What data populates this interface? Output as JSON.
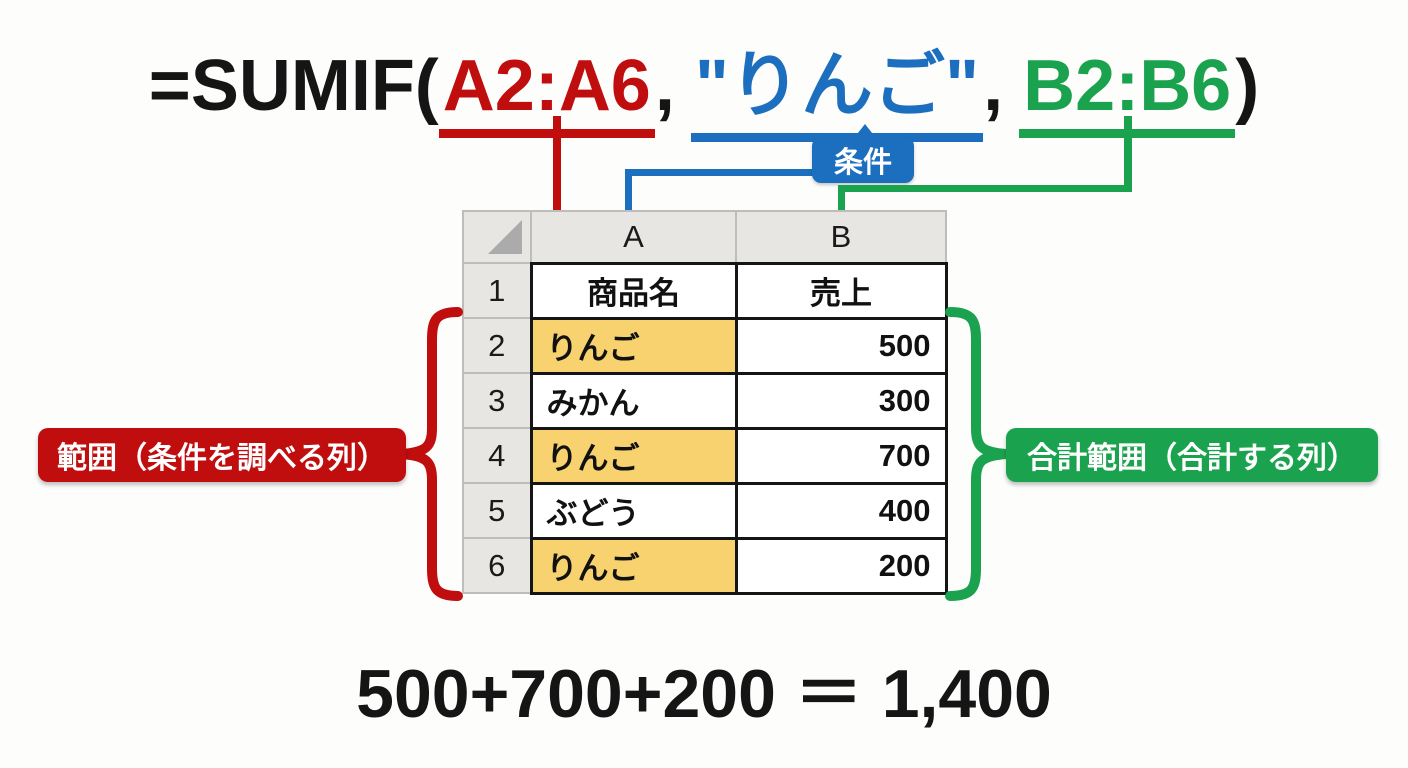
{
  "formula": {
    "prefix": "=SUMIF(",
    "arg_range": "A2:A6",
    "sep1": ",",
    "arg_criteria": "\"りんご\"",
    "sep2": ",",
    "arg_sum_range": "B2:B6",
    "suffix": ")"
  },
  "callouts": {
    "condition": "条件",
    "range": "範囲（条件を調べる列）",
    "sum_range": "合計範囲（合計する列）"
  },
  "table": {
    "columns": [
      "A",
      "B"
    ],
    "header_row": {
      "num": "1",
      "product": "商品名",
      "sales": "売上"
    },
    "data_rows": [
      {
        "num": "2",
        "product": "りんご",
        "sales": "500",
        "highlight": true
      },
      {
        "num": "3",
        "product": "みかん",
        "sales": "300",
        "highlight": false
      },
      {
        "num": "4",
        "product": "りんご",
        "sales": "700",
        "highlight": true
      },
      {
        "num": "5",
        "product": "ぶどう",
        "sales": "400",
        "highlight": false
      },
      {
        "num": "6",
        "product": "りんご",
        "sales": "200",
        "highlight": true
      }
    ]
  },
  "result": "500+700+200 ＝ 1,400",
  "colors": {
    "red": "#C00D0D",
    "blue": "#1B6FBE",
    "green": "#1BA24F",
    "highlight_yellow": "#F8D26E",
    "header_gray": "#E8E6E3"
  }
}
